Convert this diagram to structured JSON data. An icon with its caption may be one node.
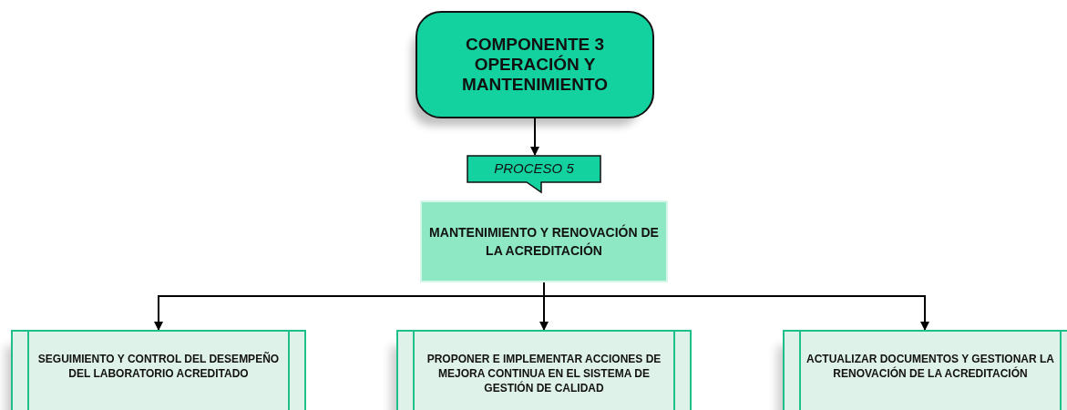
{
  "diagram": {
    "nodes": [
      {
        "text": [
          "COMPONENTE 3 OPERACIÓN Y MANTENIMIENTO"
        ]
      },
      {
        "text": [
          "PROCESO 5"
        ]
      },
      {
        "text": [
          "MANTENIMIENTO Y RENOVACIÓN DE LA ACREDITACIÓN"
        ]
      },
      {
        "text": [
          "SEGUIMIENTO Y CONTROL DEL DESEMPEÑO DEL LABORATORIO ACREDITADO"
        ]
      },
      {
        "text": [
          "PROPONER E IMPLEMENTAR ACCIONES DE MEJORA CONTINUA EN EL SISTEMA DE GESTIÓN DE CALIDAD"
        ]
      },
      {
        "text": [
          "ACTUALIZAR DOCUMENTOS Y GESTIONAR LA RENOVACIÓN DE LA ACREDITACIÓN"
        ]
      }
    ],
    "edges": [
      {
        "from": 0,
        "to": 1,
        "arrow": "to"
      },
      {
        "from": 2,
        "to": 3,
        "arrow": "to"
      },
      {
        "from": 2,
        "to": 4,
        "arrow": "to"
      },
      {
        "from": 2,
        "to": 5,
        "arrow": "to"
      }
    ]
  }
}
